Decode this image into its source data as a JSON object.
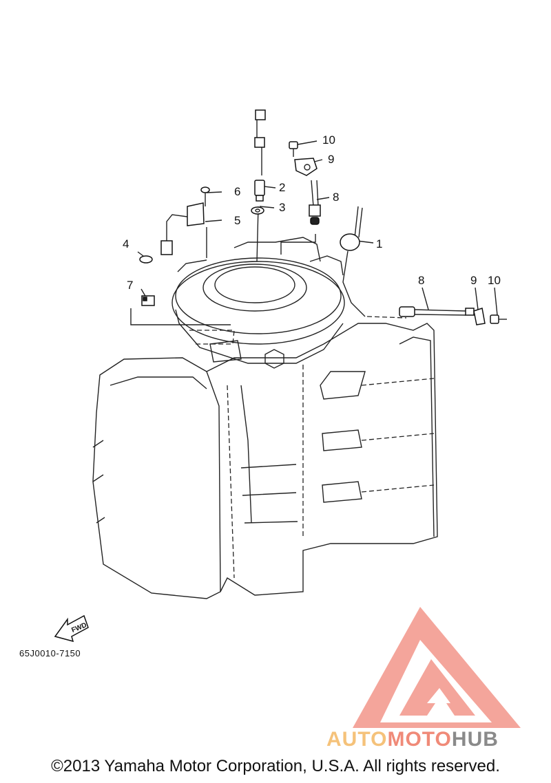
{
  "callouts": {
    "c1": "1",
    "c2": "2",
    "c3": "3",
    "c4": "4",
    "c5": "5",
    "c6": "6",
    "c7": "7",
    "c8a": "8",
    "c8b": "8",
    "c9a": "9",
    "c9b": "9",
    "c10a": "10",
    "c10b": "10"
  },
  "fwd_label": "FWD",
  "drawing_code": "65J0010-7150",
  "watermark": {
    "part1": "AUTO",
    "part2": "MOTO",
    "part3": "HUB",
    "colors": {
      "triangle": "#f4a196",
      "auto": "#f5c27a",
      "moto": "#f08a78",
      "hub": "#8a8a8a"
    }
  },
  "copyright": "©2013 Yamaha Motor Corporation, U.S.A. All rights reserved."
}
